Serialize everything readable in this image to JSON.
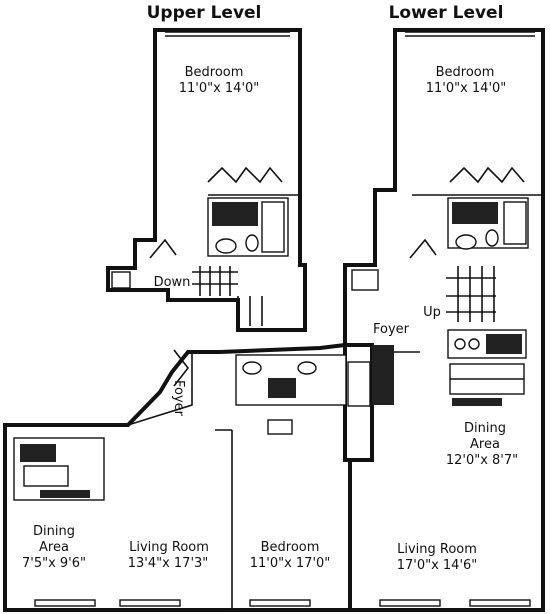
{
  "levels": {
    "upper": "Upper Level",
    "lower": "Lower Level"
  },
  "upper_level": {
    "bedroom": {
      "name": "Bedroom",
      "dims": "11'0\"x 14'0\""
    },
    "stair_label": "Down"
  },
  "lower_level": {
    "bedroom": {
      "name": "Bedroom",
      "dims": "11'0\"x 14'0\""
    },
    "stair_label": "Up",
    "foyer": "Foyer",
    "dining": {
      "name_line1": "Dining",
      "name_line2": "Area",
      "dims": "12'0\"x 8'7\""
    },
    "living": {
      "name": "Living Room",
      "dims": "17'0\"x 14'6\""
    }
  },
  "main_level": {
    "foyer": "Foyer",
    "dining": {
      "name_line1": "Dining",
      "name_line2": "Area",
      "dims": "7'5\"x 9'6\""
    },
    "living": {
      "name": "Living Room",
      "dims": "13'4\"x 17'3\""
    },
    "bedroom": {
      "name": "Bedroom",
      "dims": "11'0\"x 17'0\""
    }
  }
}
